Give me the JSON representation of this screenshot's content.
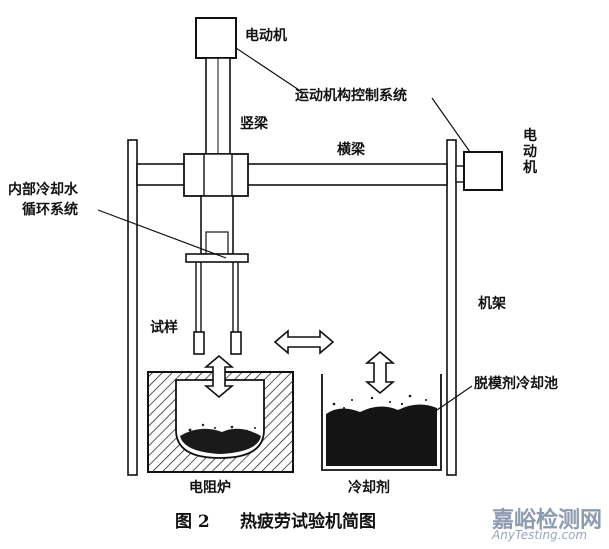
{
  "labels": {
    "motor_top": "电动机",
    "motion_control": "运动机构控制系统",
    "vertical_beam": "竖梁",
    "horizontal_beam": "横梁",
    "motor_right": "电动机",
    "internal_cooling": "内部冷却水",
    "circulation_system": "循环系统",
    "frame": "机架",
    "specimen": "试样",
    "release_agent_pool": "脱模剂冷却池",
    "resistance_furnace": "电阻炉",
    "coolant": "冷却剂"
  },
  "caption": {
    "figure_no": "图 2",
    "title": "热疲劳试验机简图"
  },
  "watermark": {
    "brand": "嘉峪检测网",
    "url": "AnyTesting.com"
  },
  "colors": {
    "ink": "#111111",
    "watermark": "#9aa7b8"
  }
}
